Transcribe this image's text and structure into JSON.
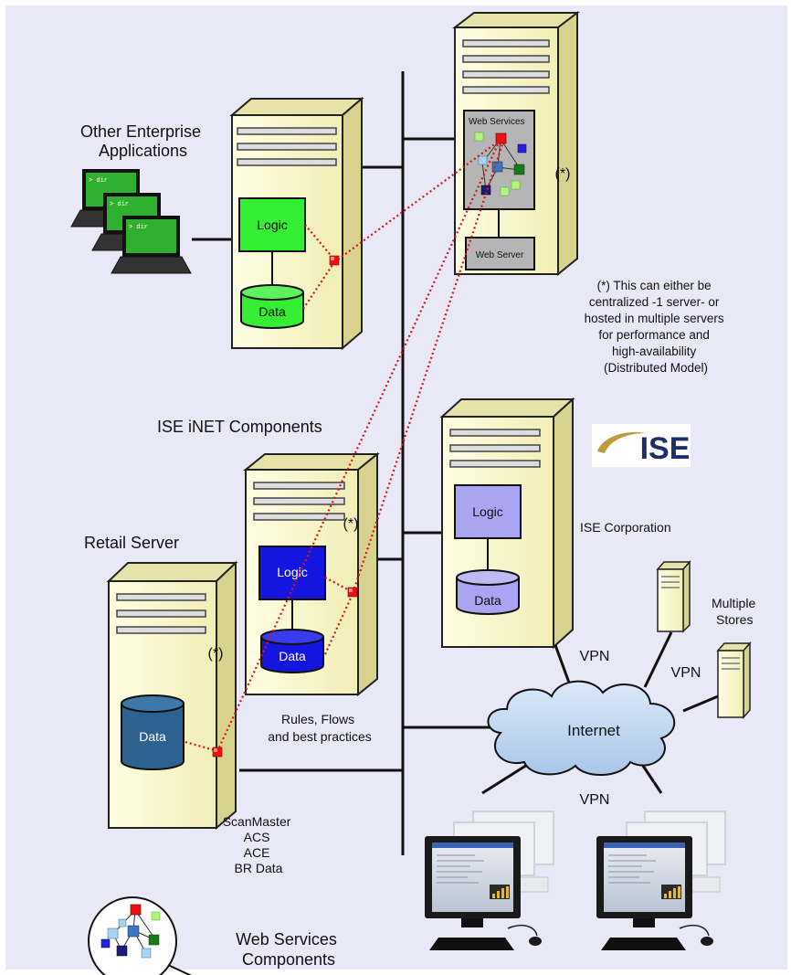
{
  "labels": {
    "other_enterprise": [
      "Other Enterprise",
      "Applications"
    ],
    "ise_inet_components": "ISE iNET Components",
    "retail_server": "Retail Server",
    "ise_corporation": "ISE Corporation",
    "multiple_stores": [
      "Multiple",
      "Stores"
    ],
    "internet": "Internet",
    "vpn": "VPN",
    "rules_flows": [
      "Rules, Flows",
      "and best practices"
    ],
    "retail_apps": [
      "ScanMaster",
      "ACS",
      "ACE",
      "BR Data"
    ],
    "web_services_components": [
      "Web Services",
      "Components"
    ],
    "web_services": "Web Services",
    "web_server": "Web Server",
    "asterisk": "(*)",
    "logic": "Logic",
    "data": "Data",
    "note": [
      "(*) This can either be",
      "centralized -1 server- or",
      "hosted in multiple servers",
      "for performance and",
      "high-availability",
      "(Distributed Model)"
    ],
    "terminal_prompt": "> dir",
    "logo": "ISE"
  },
  "colors": {
    "background": "#e8e8f6",
    "server_body": "#fbf9d2",
    "logic_green": "#33ee33",
    "logic_blue": "#1515e0",
    "logic_lavender": "#a9a5f2",
    "data_teal": "#2d6290",
    "connector_red": "#ee1111",
    "cloud": "#c7dcf3"
  }
}
